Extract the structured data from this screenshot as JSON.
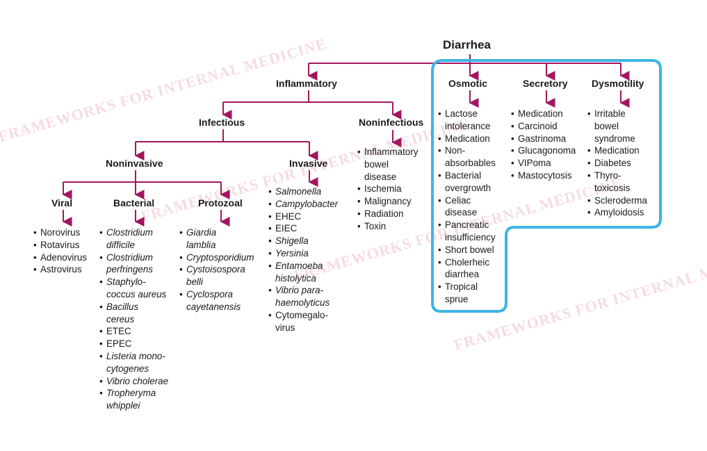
{
  "watermark": "FRAMEWORKS FOR INTERNAL MEDICINE",
  "nodes": {
    "diarrhea": "Diarrhea",
    "inflammatory": "Inflammatory",
    "infectious": "Infectious",
    "noninfectious": "Noninfectious",
    "noninvasive": "Noninvasive",
    "invasive": "Invasive",
    "viral": "Viral",
    "bacterial": "Bacterial",
    "protozoal": "Protozoal",
    "osmotic": "Osmotic",
    "secretory": "Secretory",
    "dysmotility": "Dysmotility"
  },
  "lists": {
    "viral": [
      {
        "lines": [
          "Norovirus"
        ],
        "italic": false
      },
      {
        "lines": [
          "Rotavirus"
        ],
        "italic": false
      },
      {
        "lines": [
          "Adenovirus"
        ],
        "italic": false
      },
      {
        "lines": [
          "Astrovirus"
        ],
        "italic": false
      }
    ],
    "bacterial": [
      {
        "lines": [
          "Clostridium",
          "difficile"
        ],
        "italic": true
      },
      {
        "lines": [
          "Clostridium",
          "perfringens"
        ],
        "italic": true
      },
      {
        "lines": [
          "Staphylo-",
          "coccus aureus"
        ],
        "italic": true
      },
      {
        "lines": [
          "Bacillus",
          "cereus"
        ],
        "italic": true
      },
      {
        "lines": [
          "ETEC"
        ],
        "italic": false
      },
      {
        "lines": [
          "EPEC"
        ],
        "italic": false
      },
      {
        "lines": [
          "Listeria mono-",
          "cytogenes"
        ],
        "italic": true
      },
      {
        "lines": [
          "Vibrio cholerae"
        ],
        "italic": true
      },
      {
        "lines": [
          "Tropheryma",
          "whipplei"
        ],
        "italic": true
      }
    ],
    "protozoal": [
      {
        "lines": [
          "Giardia",
          "lamblia"
        ],
        "italic": true
      },
      {
        "lines": [
          "Cryptosporidium"
        ],
        "italic": true
      },
      {
        "lines": [
          "Cystoisospora",
          "belli"
        ],
        "italic": true
      },
      {
        "lines": [
          "Cyclospora",
          "cayetanensis"
        ],
        "italic": true
      }
    ],
    "invasive": [
      {
        "lines": [
          "Salmonella"
        ],
        "italic": true
      },
      {
        "lines": [
          "Campylobacter"
        ],
        "italic": true
      },
      {
        "lines": [
          "EHEC"
        ],
        "italic": false
      },
      {
        "lines": [
          "EIEC"
        ],
        "italic": false
      },
      {
        "lines": [
          "Shigella"
        ],
        "italic": true
      },
      {
        "lines": [
          "Yersinia"
        ],
        "italic": true
      },
      {
        "lines": [
          "Entamoeba",
          "histolytica"
        ],
        "italic": true
      },
      {
        "lines": [
          "Vibrio para-",
          "haemolyticus"
        ],
        "italic": true
      },
      {
        "lines": [
          "Cytomegalo-",
          "virus"
        ],
        "italic": false
      }
    ],
    "noninfectious": [
      {
        "lines": [
          "Inflammatory",
          "bowel",
          "disease"
        ],
        "italic": false
      },
      {
        "lines": [
          "Ischemia"
        ],
        "italic": false
      },
      {
        "lines": [
          "Malignancy"
        ],
        "italic": false
      },
      {
        "lines": [
          "Radiation"
        ],
        "italic": false
      },
      {
        "lines": [
          "Toxin"
        ],
        "italic": false
      }
    ],
    "osmotic": [
      {
        "lines": [
          "Lactose",
          "intolerance"
        ],
        "italic": false
      },
      {
        "lines": [
          "Medication"
        ],
        "italic": false
      },
      {
        "lines": [
          "Non-",
          "absorbables"
        ],
        "italic": false
      },
      {
        "lines": [
          "Bacterial",
          "overgrowth"
        ],
        "italic": false
      },
      {
        "lines": [
          "Celiac",
          "disease"
        ],
        "italic": false
      },
      {
        "lines": [
          "Pancreatic",
          "insufficiency"
        ],
        "italic": false
      },
      {
        "lines": [
          "Short bowel"
        ],
        "italic": false
      },
      {
        "lines": [
          "Cholerheic",
          "diarrhea"
        ],
        "italic": false
      },
      {
        "lines": [
          "Tropical",
          "sprue"
        ],
        "italic": false
      }
    ],
    "secretory": [
      {
        "lines": [
          "Medication"
        ],
        "italic": false
      },
      {
        "lines": [
          "Carcinoid"
        ],
        "italic": false
      },
      {
        "lines": [
          "Gastrinoma"
        ],
        "italic": false
      },
      {
        "lines": [
          "Glucagonoma"
        ],
        "italic": false
      },
      {
        "lines": [
          "VIPoma"
        ],
        "italic": false
      },
      {
        "lines": [
          "Mastocytosis"
        ],
        "italic": false
      }
    ],
    "dysmotility": [
      {
        "lines": [
          "Irritable",
          "bowel",
          "syndrome"
        ],
        "italic": false
      },
      {
        "lines": [
          "Medication"
        ],
        "italic": false
      },
      {
        "lines": [
          "Diabetes"
        ],
        "italic": false
      },
      {
        "lines": [
          "Thyro-",
          "toxicosis"
        ],
        "italic": false
      },
      {
        "lines": [
          "Scleroderma"
        ],
        "italic": false
      },
      {
        "lines": [
          "Amyloidosis"
        ],
        "italic": false
      }
    ]
  },
  "colors": {
    "connector": "#a3155f",
    "highlight": "#3db4e6",
    "watermark": "#e07795",
    "text": "#1a1a1a"
  }
}
